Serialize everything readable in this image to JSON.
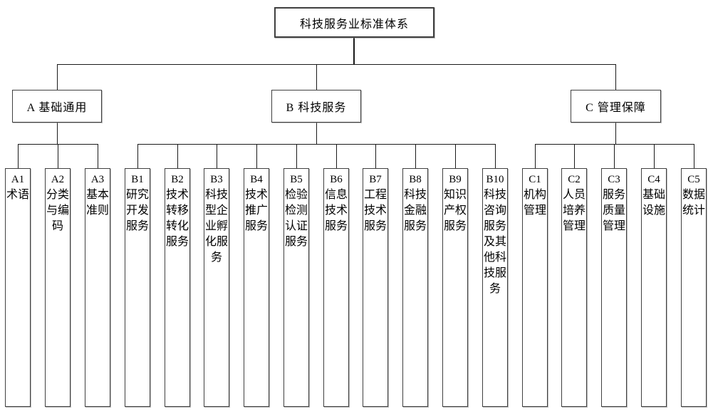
{
  "diagram": {
    "root": {
      "label": "科技服务业标准体系"
    },
    "branches": [
      {
        "code": "A",
        "label": "A 基础通用",
        "children": [
          {
            "code": "A1",
            "name": "术语"
          },
          {
            "code": "A2",
            "name": "分类与编码"
          },
          {
            "code": "A3",
            "name": "基本准则"
          }
        ]
      },
      {
        "code": "B",
        "label": "B 科技服务",
        "children": [
          {
            "code": "B1",
            "name": "研究开发服务"
          },
          {
            "code": "B2",
            "name": "技术转移转化服务"
          },
          {
            "code": "B3",
            "name": "科技型企业孵化服务"
          },
          {
            "code": "B4",
            "name": "技术推广服务"
          },
          {
            "code": "B5",
            "name": "检验检测认证服务"
          },
          {
            "code": "B6",
            "name": "信息技术服务"
          },
          {
            "code": "B7",
            "name": "工程技术服务"
          },
          {
            "code": "B8",
            "name": "科技金融服务"
          },
          {
            "code": "B9",
            "name": "知识产权服务"
          },
          {
            "code": "B10",
            "name": "科技咨询服务及其他科技服务"
          }
        ]
      },
      {
        "code": "C",
        "label": "C 管理保障",
        "children": [
          {
            "code": "C1",
            "name": "机构管理"
          },
          {
            "code": "C2",
            "name": "人员培养管理"
          },
          {
            "code": "C3",
            "name": "服务质量管理"
          },
          {
            "code": "C4",
            "name": "基础设施"
          },
          {
            "code": "C5",
            "name": "数据统计"
          }
        ]
      }
    ],
    "colors": {
      "line": "#1a1a1a",
      "border": "#404040",
      "background": "#ffffff",
      "text": "#000000"
    }
  }
}
